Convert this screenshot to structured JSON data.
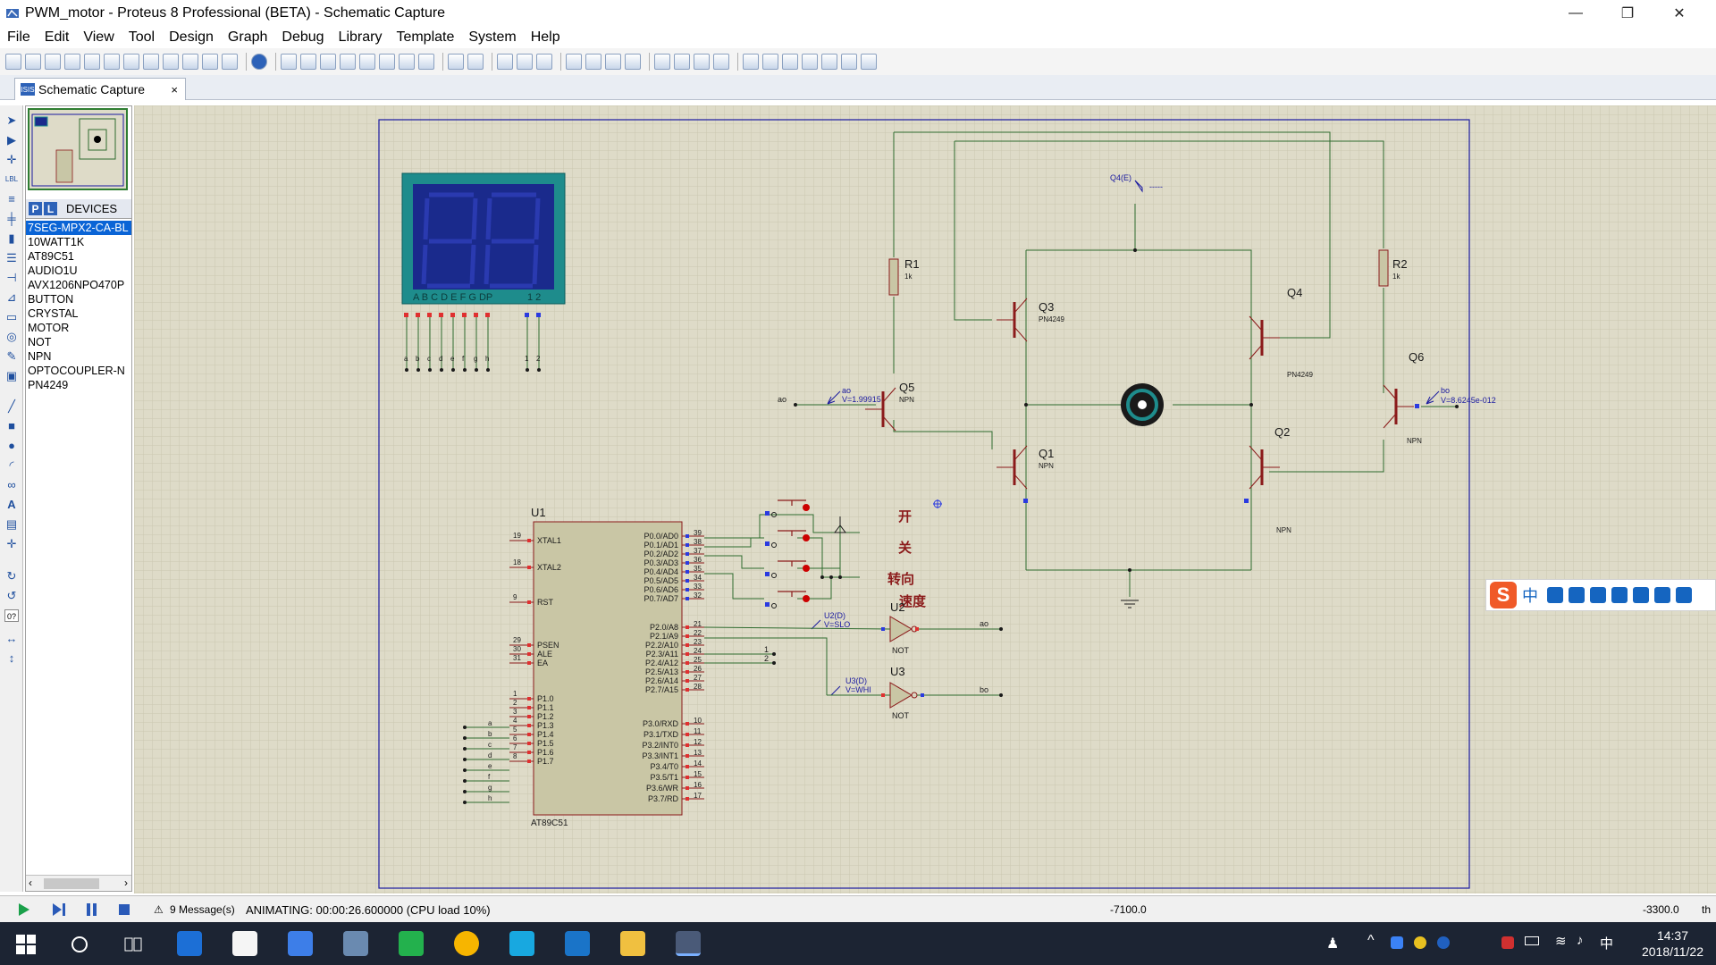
{
  "window": {
    "title": "PWM_motor - Proteus 8 Professional (BETA) - Schematic Capture",
    "min": "—",
    "max": "❐",
    "close": "✕"
  },
  "menu": [
    "File",
    "Edit",
    "View",
    "Tool",
    "Design",
    "Graph",
    "Debug",
    "Library",
    "Template",
    "System",
    "Help"
  ],
  "tab": {
    "label": "Schematic Capture",
    "icon_text": "ISIS",
    "close": "×"
  },
  "devices": {
    "header": "DEVICES",
    "p_button": "P",
    "l_button": "L",
    "items": [
      "7SEG-MPX2-CA-BL",
      "10WATT1K",
      "AT89C51",
      "AUDIO1U",
      "AVX1206NPO470P",
      "BUTTON",
      "CRYSTAL",
      "MOTOR",
      "NOT",
      "NPN",
      "OPTOCOUPLER-N",
      "PN4249"
    ],
    "selected_index": 0
  },
  "leftbar": {
    "rotation_field": "0?"
  },
  "schematic": {
    "display": {
      "segments": "A B C D E F G  DP",
      "digits": "1  2",
      "seg_pins": [
        "a",
        "b",
        "c",
        "d",
        "e",
        "f",
        "g",
        "h"
      ],
      "digit_pins": [
        "1",
        "2"
      ]
    },
    "mcu": {
      "ref": "U1",
      "part": "AT89C51",
      "left_pins": [
        {
          "num": "19",
          "name": "XTAL1"
        },
        {
          "num": "18",
          "name": "XTAL2"
        },
        {
          "num": "9",
          "name": "RST"
        },
        {
          "num": "29",
          "name": "PSEN"
        },
        {
          "num": "30",
          "name": "ALE"
        },
        {
          "num": "31",
          "name": "EA"
        },
        {
          "num": "1",
          "name": "P1.0"
        },
        {
          "num": "2",
          "name": "P1.1"
        },
        {
          "num": "3",
          "name": "P1.2"
        },
        {
          "num": "4",
          "name": "P1.3"
        },
        {
          "num": "5",
          "name": "P1.4"
        },
        {
          "num": "6",
          "name": "P1.5"
        },
        {
          "num": "7",
          "name": "P1.6"
        },
        {
          "num": "8",
          "name": "P1.7"
        }
      ],
      "p1_labels": [
        "a",
        "b",
        "c",
        "d",
        "e",
        "f",
        "g",
        "h"
      ],
      "right_pins": [
        {
          "num": "39",
          "name": "P0.0/AD0"
        },
        {
          "num": "38",
          "name": "P0.1/AD1"
        },
        {
          "num": "37",
          "name": "P0.2/AD2"
        },
        {
          "num": "36",
          "name": "P0.3/AD3"
        },
        {
          "num": "35",
          "name": "P0.4/AD4"
        },
        {
          "num": "34",
          "name": "P0.5/AD5"
        },
        {
          "num": "33",
          "name": "P0.6/AD6"
        },
        {
          "num": "32",
          "name": "P0.7/AD7"
        },
        {
          "num": "21",
          "name": "P2.0/A8"
        },
        {
          "num": "22",
          "name": "P2.1/A9"
        },
        {
          "num": "23",
          "name": "P2.2/A10"
        },
        {
          "num": "24",
          "name": "P2.3/A11"
        },
        {
          "num": "25",
          "name": "P2.4/A12"
        },
        {
          "num": "26",
          "name": "P2.5/A13"
        },
        {
          "num": "27",
          "name": "P2.6/A14"
        },
        {
          "num": "28",
          "name": "P2.7/A15"
        },
        {
          "num": "10",
          "name": "P3.0/RXD"
        },
        {
          "num": "11",
          "name": "P3.1/TXD"
        },
        {
          "num": "12",
          "name": "P3.2/INT0"
        },
        {
          "num": "13",
          "name": "P3.3/INT1"
        },
        {
          "num": "14",
          "name": "P3.4/T0"
        },
        {
          "num": "15",
          "name": "P3.5/T1"
        },
        {
          "num": "16",
          "name": "P3.6/WR"
        },
        {
          "num": "17",
          "name": "P3.7/RD"
        }
      ],
      "p2_digit_labels": [
        "1",
        "2"
      ]
    },
    "buttons_labels": [
      "开",
      "关",
      "转向",
      "速度"
    ],
    "gates": [
      {
        "ref": "U2",
        "type": "NOT",
        "probe": "U2(D)",
        "probe_val": "V=SLO",
        "out": "ao"
      },
      {
        "ref": "U3",
        "type": "NOT",
        "probe": "U3(D)",
        "probe_val": "V=WHI",
        "out": "bo"
      }
    ],
    "resistors": [
      {
        "ref": "R1",
        "value": "1k"
      },
      {
        "ref": "R2",
        "value": "1k"
      }
    ],
    "transistors": [
      {
        "ref": "Q1",
        "type": "NPN"
      },
      {
        "ref": "Q2",
        "type": "NPN"
      },
      {
        "ref": "Q3",
        "type": "PN4249"
      },
      {
        "ref": "Q4",
        "type": "PN4249"
      },
      {
        "ref": "Q5",
        "type": "NPN"
      },
      {
        "ref": "Q6",
        "type": "NPN"
      }
    ],
    "probes": [
      {
        "name": "ao",
        "value": "V=1.99915"
      },
      {
        "name": "bo",
        "value": "V=8.6245e-012"
      },
      {
        "name": "Q4(E)",
        "value": "-----"
      }
    ],
    "net_labels": {
      "ao": "ao",
      "bo": "bo"
    }
  },
  "status": {
    "messages": "9 Message(s)",
    "animating": "ANIMATING: 00:00:26.600000 (CPU load 10%)",
    "coord_x": "-7100.0",
    "coord_y": "-3300.0",
    "unit": "th"
  },
  "taskbar": {
    "time": "14:37",
    "date": "2018/11/22",
    "ime_lang": "中"
  },
  "ime_toolbar": {
    "logo": "S",
    "lang": "中"
  },
  "colors": {
    "canvas_bg": "#dedbc8",
    "grid": "#cfcbb6",
    "wire": "#2e6b2e",
    "part_red": "#8b1a1a",
    "sheet_border": "#1a1aa0",
    "display_frame": "#1e8c8c",
    "display_face": "#1a2a8c"
  }
}
